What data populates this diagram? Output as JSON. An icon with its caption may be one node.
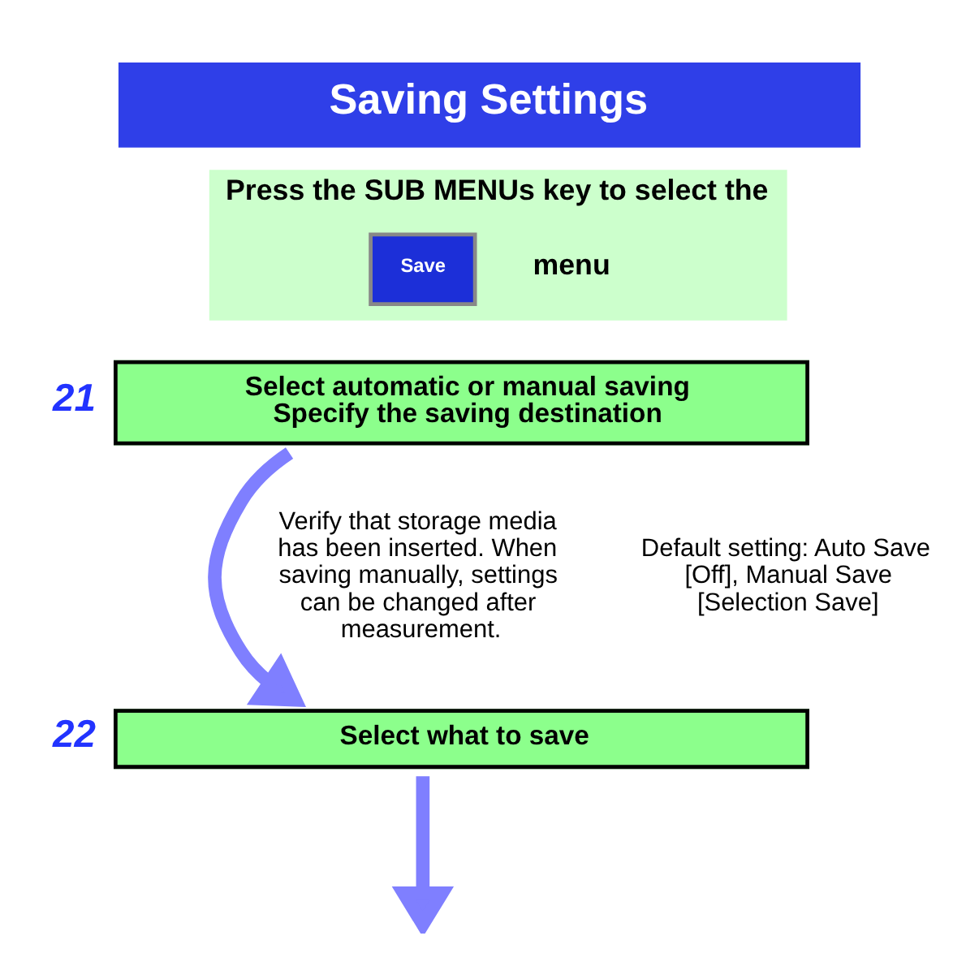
{
  "diagram": {
    "title": "Saving Settings",
    "nodes": [
      {
        "text": [
          "Press the SUB MENUs key to select the",
          "menu"
        ]
      },
      {
        "text": [
          "Save"
        ],
        "in": 0
      },
      {
        "text": [
          "Select automatic or manual saving Specify the saving destination"
        ],
        "beside": [
          "21"
        ]
      },
      {
        "text": [
          "Select what to save"
        ],
        "beside": [
          "22"
        ]
      }
    ],
    "edges": [
      {
        "from": 2,
        "to": 3,
        "arrow": "to"
      },
      {
        "from": 3,
        "to": null,
        "arrow": "to"
      }
    ],
    "labels": [
      "Verify that storage media has been inserted. When saving manually, settings can be changed after measurement.",
      "Default setting: Auto Save [Off], Manual Save [Selection Save]"
    ]
  }
}
